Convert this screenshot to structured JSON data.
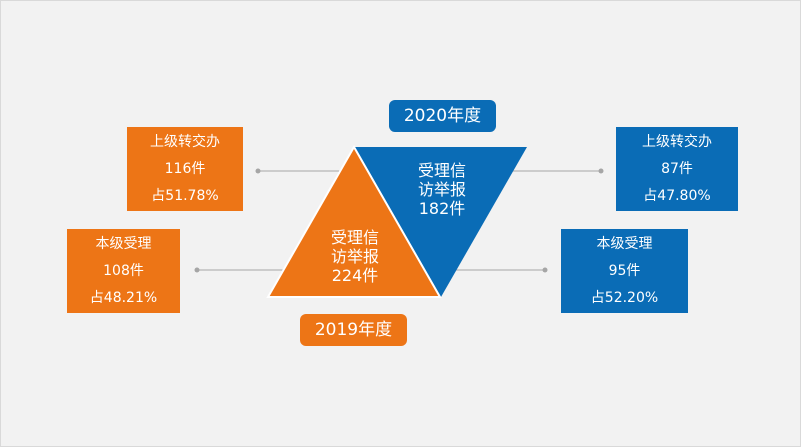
{
  "year_2020": {
    "title": "2020年度",
    "center": {
      "line1": "受理信",
      "line2": "访举报",
      "line3": "182件"
    },
    "upper": {
      "label": "上级转交办",
      "count": "87件",
      "percent": "占47.80%"
    },
    "lower": {
      "label": "本级受理",
      "count": "95件",
      "percent": "占52.20%"
    }
  },
  "year_2019": {
    "title": "2019年度",
    "center": {
      "line1": "受理信",
      "line2": "访举报",
      "line3": "224件"
    },
    "upper": {
      "label": "上级转交办",
      "count": "116件",
      "percent": "占51.78%"
    },
    "lower": {
      "label": "本级受理",
      "count": "108件",
      "percent": "占48.21%"
    }
  },
  "colors": {
    "orange": "#ed7516",
    "blue": "#0a6cb6",
    "connector": "#a6a6a6"
  }
}
